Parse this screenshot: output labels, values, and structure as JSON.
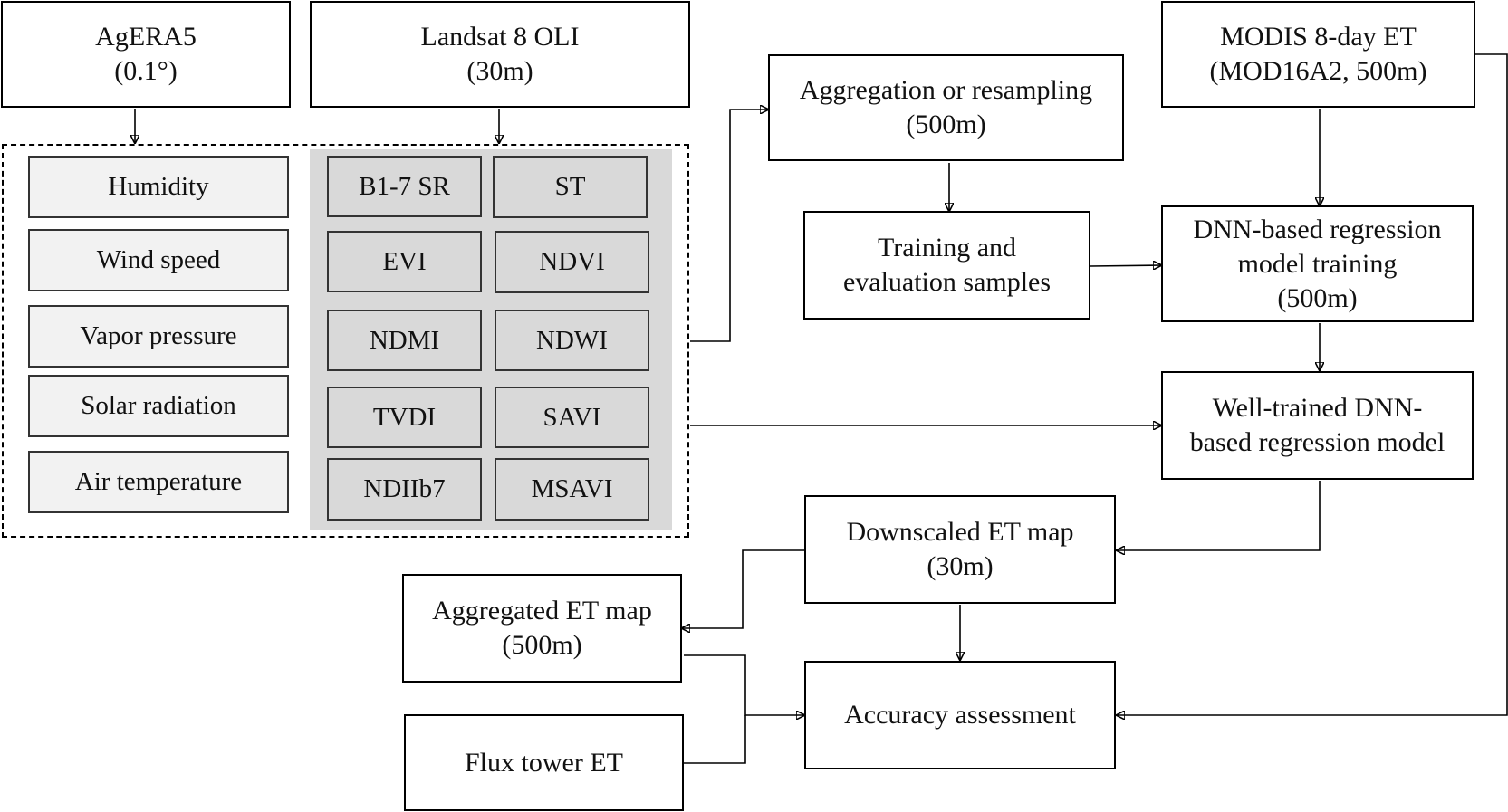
{
  "sources": {
    "agera5": {
      "line1": "AgERA5",
      "line2": "(0.1°)"
    },
    "landsat": {
      "line1": "Landsat 8 OLI",
      "line2": "(30m)"
    },
    "modis": {
      "line1": "MODIS 8-day ET",
      "line2": "(MOD16A2, 500m)"
    }
  },
  "climate_variables": [
    "Humidity",
    "Wind speed",
    "Vapor pressure",
    "Solar radiation",
    "Air temperature"
  ],
  "landsat_variables": [
    "B1-7 SR",
    "ST",
    "EVI",
    "NDVI",
    "NDMI",
    "NDWI",
    "TVDI",
    "SAVI",
    "NDIIb7",
    "MSAVI"
  ],
  "steps": {
    "aggregation": {
      "line1": "Aggregation or resampling",
      "line2": "(500m)"
    },
    "samples": {
      "line1": "Training and",
      "line2": "evaluation samples"
    },
    "training": {
      "line1": "DNN-based regression",
      "line2": "model training",
      "line3": "(500m)"
    },
    "trained_model": {
      "line1": "Well-trained DNN-",
      "line2": "based regression model"
    },
    "downscaled": {
      "line1": "Downscaled ET map",
      "line2": "(30m)"
    },
    "aggregated": {
      "line1": "Aggregated ET map",
      "line2": "(500m)"
    },
    "flux": {
      "line1": "Flux tower ET"
    },
    "accuracy": {
      "line1": "Accuracy assessment"
    }
  }
}
